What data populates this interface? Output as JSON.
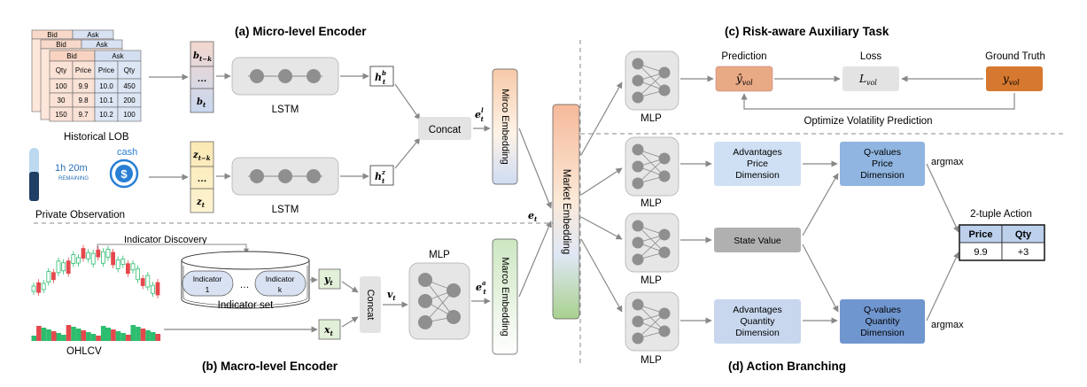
{
  "sections": {
    "micro_encoder": "(a) Micro-level Encoder",
    "macro_encoder": "(b) Macro-level Encoder",
    "risk_task": "(c) Risk-aware Auxiliary Task",
    "action_branching": "(d) Action Branching"
  },
  "lob": {
    "caption": "Historical LOB",
    "header_bid": "Bid",
    "header_ask": "Ask",
    "subheaders": [
      "Qty",
      "Price",
      "Price",
      "Qty"
    ],
    "rows": [
      [
        "100",
        "9.9",
        "10.0",
        "450"
      ],
      [
        "30",
        "9.8",
        "10.1",
        "200"
      ],
      [
        "150",
        "9.7",
        "10.2",
        "100"
      ]
    ]
  },
  "private_obs": {
    "caption": "Private Observation",
    "time": "1h 20m",
    "time_sub": "REMAINING",
    "cash": "cash",
    "cash_symbol": "$",
    "cash_level": 0.55
  },
  "micro": {
    "b_top": "b",
    "b_top_sub": "t−k",
    "b_bottom": "b",
    "b_bottom_sub": "t",
    "z_top": "z",
    "z_top_sub": "t−k",
    "z_bottom": "z",
    "z_bottom_sub": "t",
    "dots": "…",
    "lstm_label": "LSTM",
    "h_b": "h",
    "h_b_sup": "b",
    "h_b_sub": "t",
    "h_z": "h",
    "h_z_sup": "z",
    "h_z_sub": "t",
    "concat": "Concat",
    "e_l": "e",
    "e_l_sup": "l",
    "e_l_sub": "t",
    "embedding": "Mirco  Embedding"
  },
  "macro": {
    "indicator_discovery": "Indicator Discovery",
    "indicator_1": [
      "Indicator",
      "1"
    ],
    "indicator_k": [
      "Indicator",
      "k"
    ],
    "dots": "…",
    "indicator_set": "Indicator set",
    "y": "y",
    "y_sub": "t",
    "x": "x",
    "x_sub": "t",
    "concat": "Concat",
    "v": "v",
    "v_sub": "t",
    "mlp": "MLP",
    "e_a": "e",
    "e_a_sup": "a",
    "e_a_sub": "t",
    "embedding": "Marco  Embedding",
    "ohlcv": "OHLCV"
  },
  "market": {
    "label": "Market  Embedding",
    "e": "e",
    "e_sub": "t"
  },
  "risk": {
    "mlp": "MLP",
    "prediction": "Prediction",
    "pred_sym": "ŷ",
    "pred_sub": "vol",
    "loss": "Loss",
    "loss_sym": "L",
    "loss_sub": "vol",
    "ground_truth": "Ground Truth",
    "gt_sym": "y",
    "gt_sub": "vol",
    "optimize": "Optimize Volatility Prediction"
  },
  "branching": {
    "mlp": "MLP",
    "adv_price": [
      "Advantages",
      "Price",
      "Dimension"
    ],
    "adv_qty": [
      "Advantages",
      "Quantity",
      "Dimension"
    ],
    "state_value": "State Value",
    "q_price": [
      "Q-values",
      "Price",
      "Dimension"
    ],
    "q_qty": [
      "Q-values",
      "Quantity",
      "Dimension"
    ],
    "argmax": "argmax",
    "tuple_title": "2-tuple Action",
    "tuple_headers": [
      "Price",
      "Qty"
    ],
    "tuple_values": [
      "9.9",
      "+3"
    ]
  }
}
